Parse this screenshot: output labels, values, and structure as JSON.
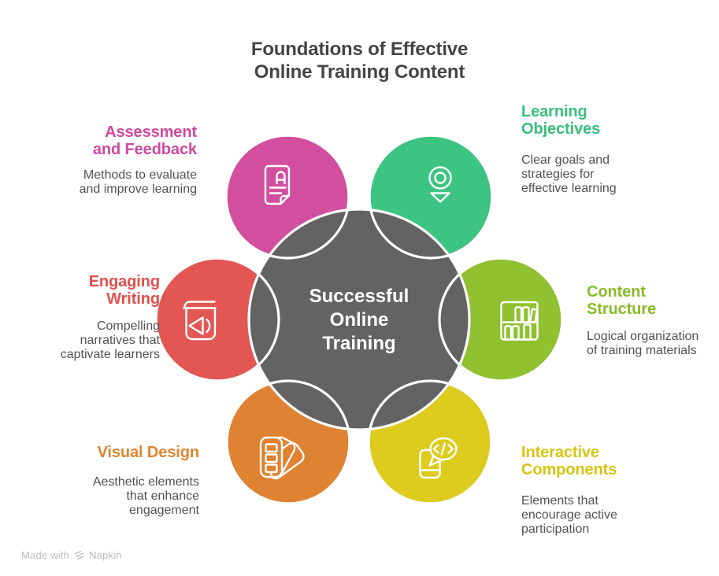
{
  "title": {
    "lines": [
      "Foundations of Effective",
      "Online Training Content"
    ],
    "color": "#454545"
  },
  "center_circle": {
    "lines": [
      "Successful",
      "Online",
      "Training"
    ],
    "fill": "#636363",
    "text_color": "#ffffff"
  },
  "petals": [
    {
      "name": "Assessment and Feedback",
      "title_lines": [
        "Assessment",
        "and Feedback"
      ],
      "desc_lines": [
        "Methods to evaluate",
        "and improve learning"
      ],
      "color": "#d24f9f",
      "title_color": "#d0499c",
      "icon": "graded-document-icon"
    },
    {
      "name": "Learning Objectives",
      "title_lines": [
        "Learning",
        "Objectives"
      ],
      "desc_lines": [
        "Clear goals and",
        "strategies for",
        "effective learning"
      ],
      "color": "#3ec482",
      "title_color": "#38bf7d",
      "icon": "objective-pin-icon"
    },
    {
      "name": "Engaging Writing",
      "title_lines": [
        "Engaging",
        "Writing"
      ],
      "desc_lines": [
        "Compelling",
        "narratives that",
        "captivate learners"
      ],
      "color": "#e25754",
      "title_color": "#e0504e",
      "icon": "audiobook-icon"
    },
    {
      "name": "Content Structure",
      "title_lines": [
        "Content",
        "Structure"
      ],
      "desc_lines": [
        "Logical organization",
        "of training materials"
      ],
      "color": "#8fc131",
      "title_color": "#8aba28",
      "icon": "bookshelf-icon"
    },
    {
      "name": "Visual Design",
      "title_lines": [
        "Visual Design"
      ],
      "desc_lines": [
        "Aesthetic elements",
        "that enhance",
        "engagement"
      ],
      "color": "#df8231",
      "title_color": "#df8430",
      "icon": "color-swatches-icon"
    },
    {
      "name": "Interactive Components",
      "title_lines": [
        "Interactive",
        "Components"
      ],
      "desc_lines": [
        "Elements that",
        "encourage active",
        "participation"
      ],
      "color": "#ddcb1e",
      "title_color": "#d5c410",
      "icon": "code-chat-phone-icon"
    }
  ],
  "text_colors": {
    "description": "#525252"
  },
  "footer": {
    "made_with": "Made with",
    "brand": "Napkin"
  }
}
